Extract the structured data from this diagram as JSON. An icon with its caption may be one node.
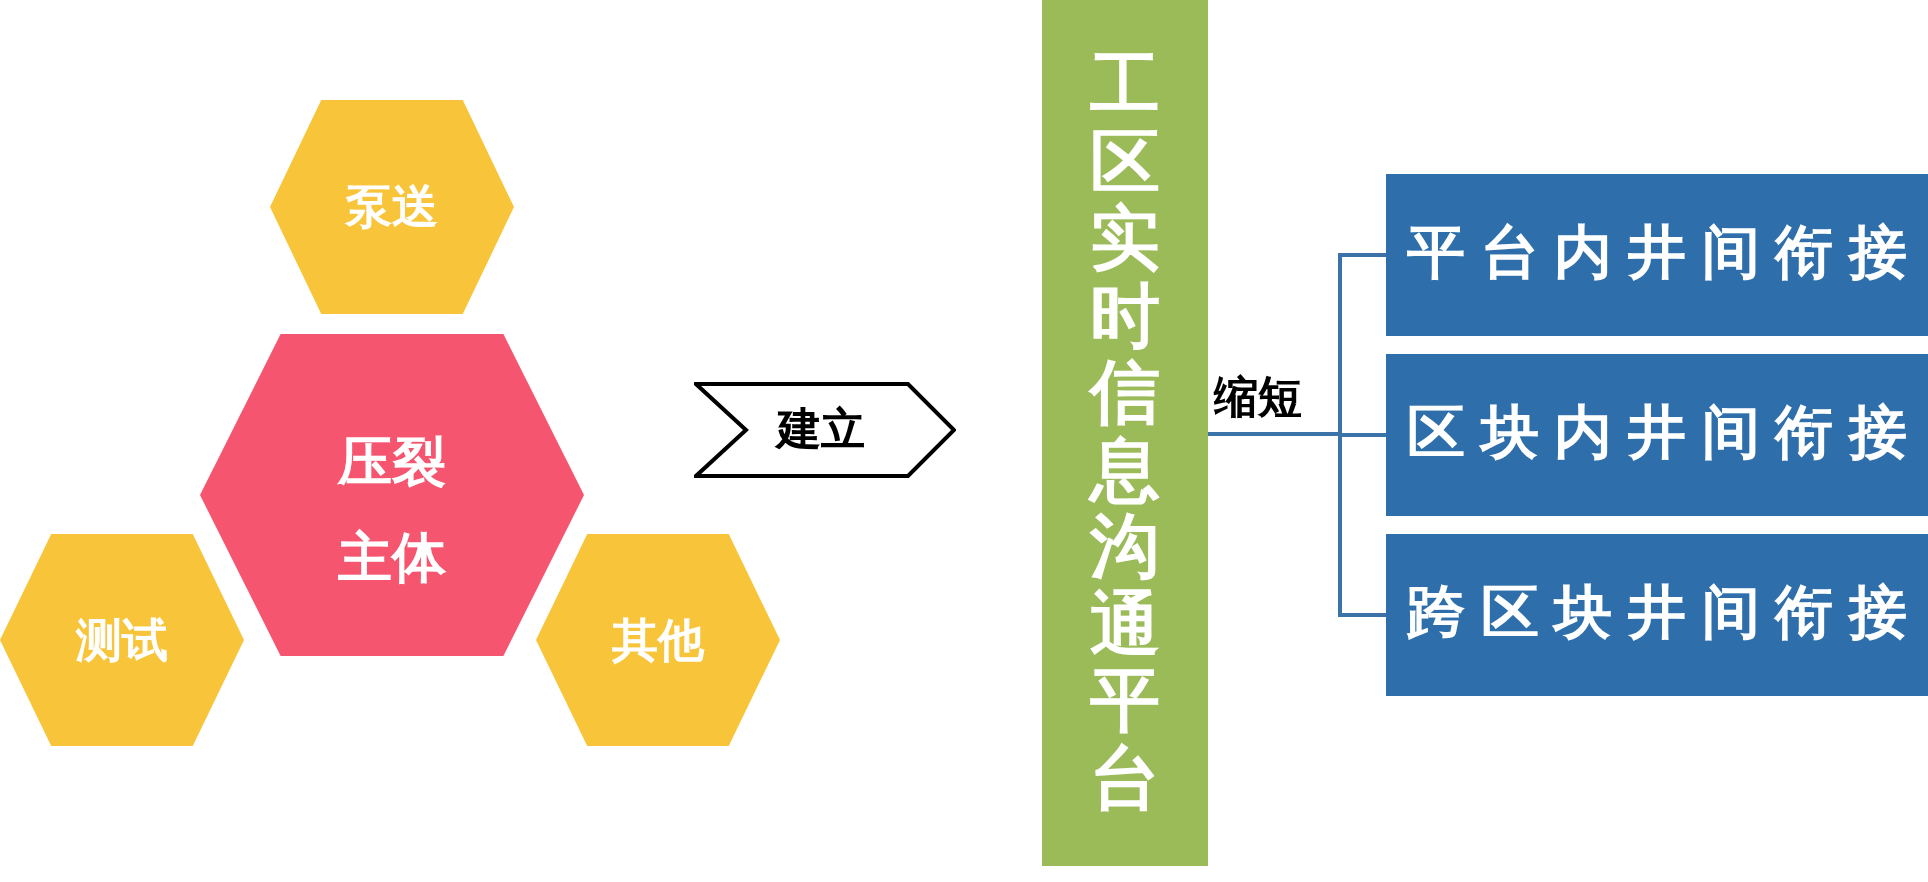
{
  "diagram": {
    "nodes": [
      {
        "text": [
          "泵送"
        ]
      },
      {
        "text": [
          "压裂主体"
        ]
      },
      {
        "text": [
          "测试"
        ]
      },
      {
        "text": [
          "其他"
        ]
      },
      {
        "text": [
          "建立"
        ]
      },
      {
        "text": [
          "工区实时信息沟通平台"
        ]
      },
      {
        "text": [
          "平台内井间衔接"
        ]
      },
      {
        "text": [
          "区块内井间衔接"
        ]
      },
      {
        "text": [
          "跨区块井间衔接"
        ]
      }
    ],
    "edges": [
      {
        "from": 5,
        "to": 6,
        "arrow": "none",
        "label": "缩短"
      },
      {
        "from": 5,
        "to": 7,
        "arrow": "none"
      },
      {
        "from": 5,
        "to": 8,
        "arrow": "none"
      }
    ]
  }
}
